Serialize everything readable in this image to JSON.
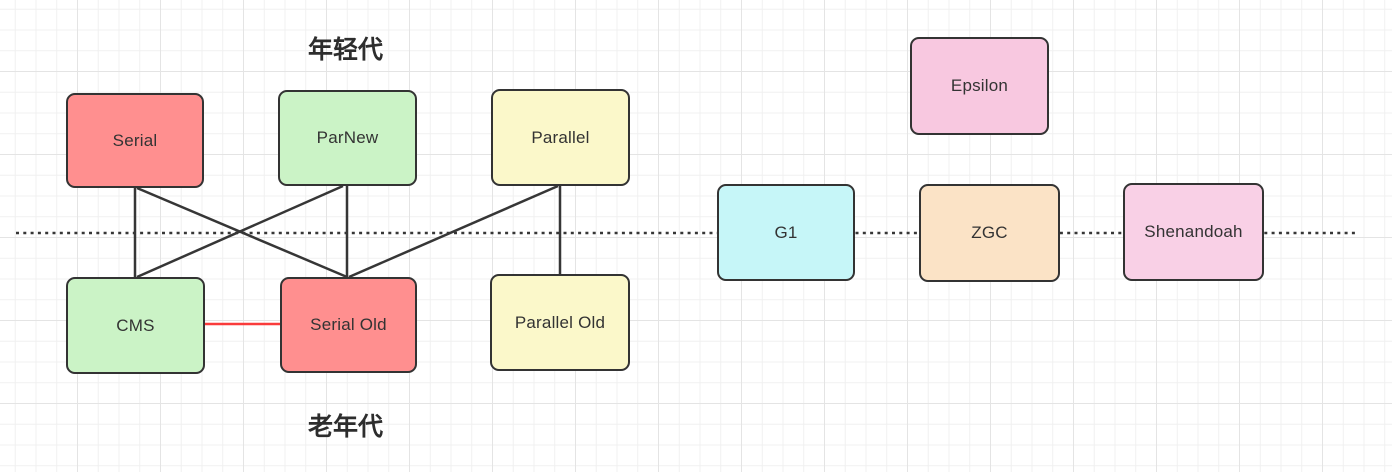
{
  "diagram": {
    "titles": {
      "young_generation": "年轻代",
      "old_generation": "老年代"
    },
    "nodes": [
      {
        "id": "serial",
        "label": "Serial",
        "fill": "#FF8F8F"
      },
      {
        "id": "parnew",
        "label": "ParNew",
        "fill": "#CBF3C6"
      },
      {
        "id": "parallel",
        "label": "Parallel",
        "fill": "#FBF8CA"
      },
      {
        "id": "cms",
        "label": "CMS",
        "fill": "#CBF3C6"
      },
      {
        "id": "serial_old",
        "label": "Serial Old",
        "fill": "#FF8F8F"
      },
      {
        "id": "parallel_old",
        "label": "Parallel Old",
        "fill": "#FBF8CA"
      },
      {
        "id": "g1",
        "label": "G1",
        "fill": "#C6F6F8"
      },
      {
        "id": "zgc",
        "label": "ZGC",
        "fill": "#FBE3C6"
      },
      {
        "id": "shenandoah",
        "label": "Shenandoah",
        "fill": "#F9D0E6"
      },
      {
        "id": "epsilon",
        "label": "Epsilon",
        "fill": "#F8C8E0"
      }
    ],
    "edges": [
      {
        "from": "Serial",
        "to": "CMS",
        "style": "solid"
      },
      {
        "from": "Serial",
        "to": "Serial Old",
        "style": "solid"
      },
      {
        "from": "ParNew",
        "to": "CMS",
        "style": "solid"
      },
      {
        "from": "ParNew",
        "to": "Serial Old",
        "style": "solid"
      },
      {
        "from": "Parallel",
        "to": "Serial Old",
        "style": "solid"
      },
      {
        "from": "Parallel",
        "to": "Parallel Old",
        "style": "solid"
      },
      {
        "from": "CMS",
        "to": "Serial Old",
        "style": "red"
      }
    ],
    "divider": {
      "style": "dotted",
      "orientation": "horizontal"
    },
    "colors": {
      "stroke": "#363636",
      "highlight_link": "#FA3B3B",
      "node_border": "#333333",
      "text": "#333333",
      "grid_minor": "#f0f0f0",
      "grid_major": "#e4e4e4"
    }
  }
}
